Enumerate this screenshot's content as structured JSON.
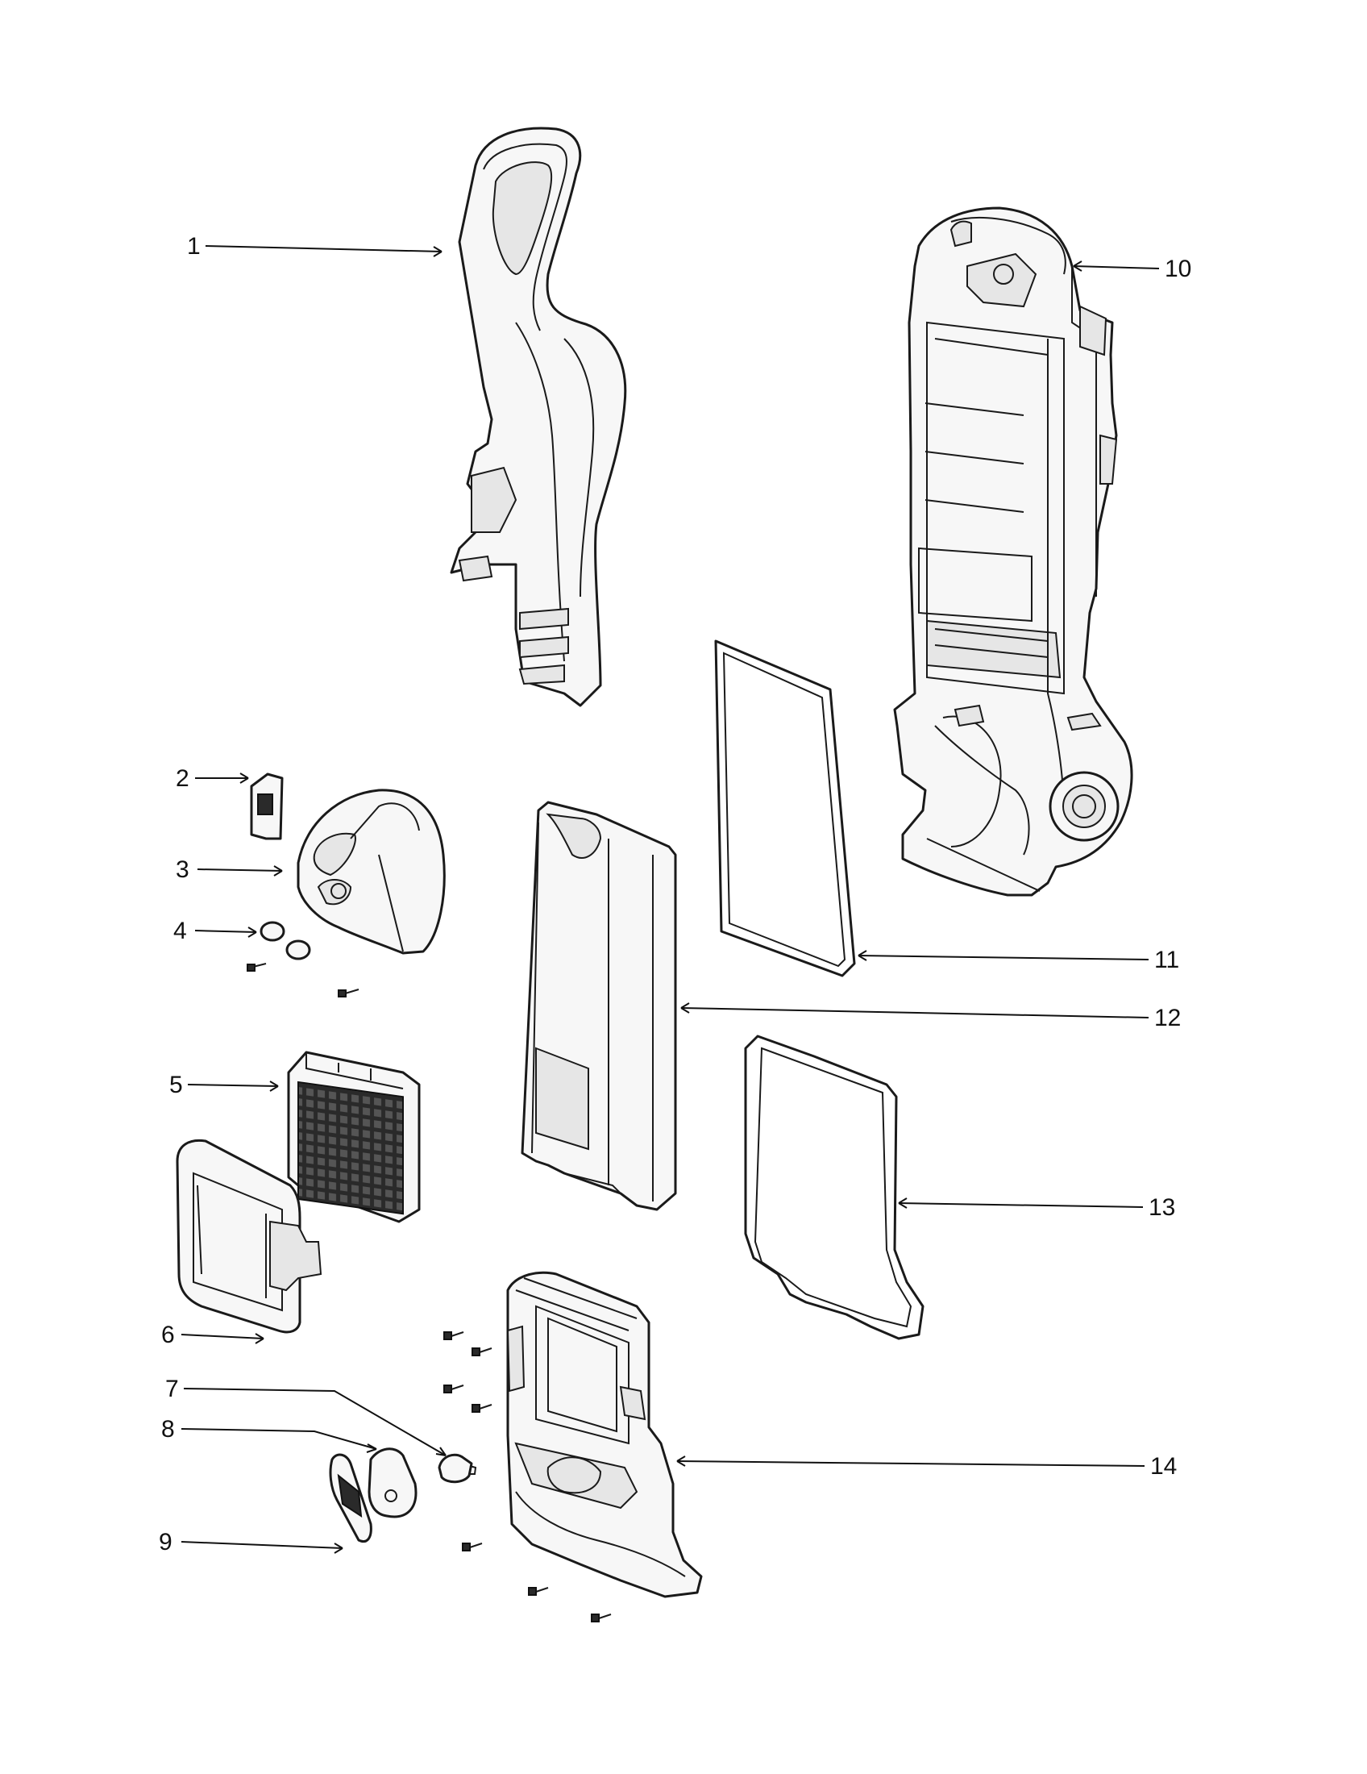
{
  "callouts": [
    {
      "id": "1",
      "label": "1"
    },
    {
      "id": "2",
      "label": "2"
    },
    {
      "id": "3",
      "label": "3"
    },
    {
      "id": "4",
      "label": "4"
    },
    {
      "id": "5",
      "label": "5"
    },
    {
      "id": "6",
      "label": "6"
    },
    {
      "id": "7",
      "label": "7"
    },
    {
      "id": "8",
      "label": "8"
    },
    {
      "id": "9",
      "label": "9"
    },
    {
      "id": "10",
      "label": "10"
    },
    {
      "id": "11",
      "label": "11"
    },
    {
      "id": "12",
      "label": "12"
    },
    {
      "id": "13",
      "label": "13"
    },
    {
      "id": "14",
      "label": "14"
    }
  ],
  "colors": {
    "ink": "#1a1a1a",
    "paper": "#ffffff"
  }
}
